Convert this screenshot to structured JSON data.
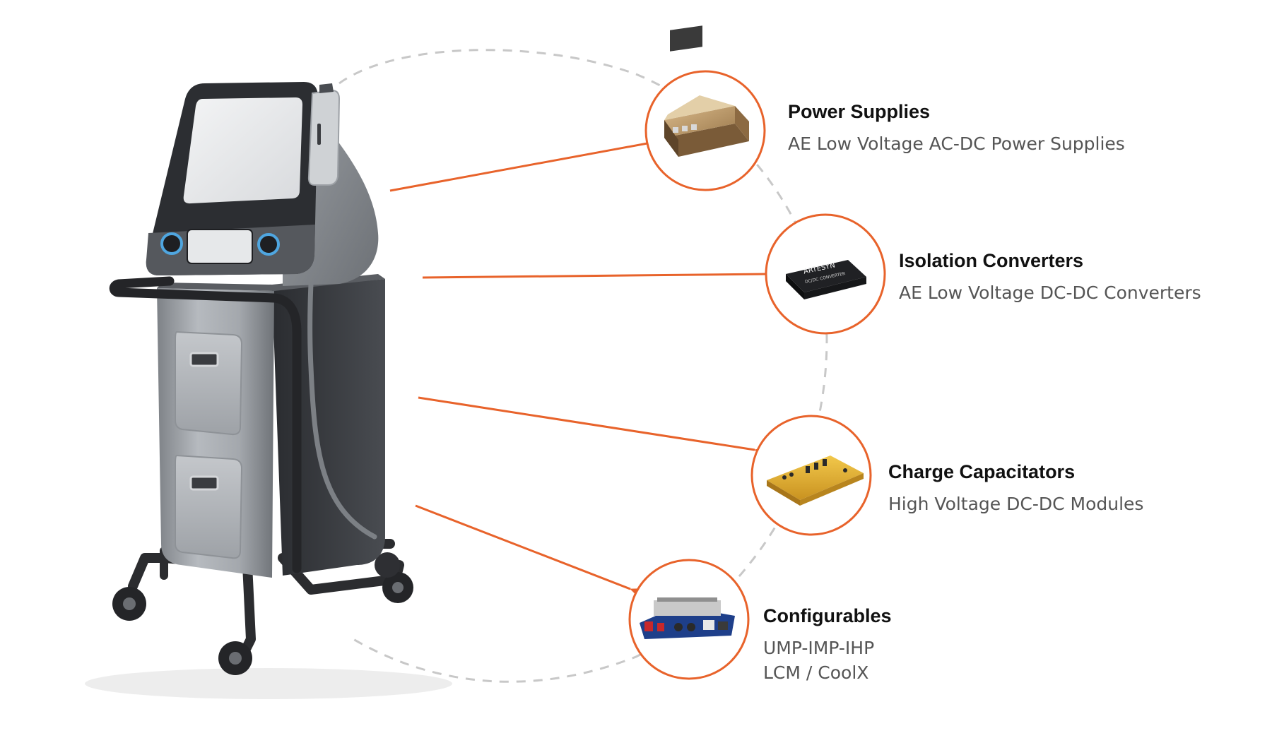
{
  "colors": {
    "accent": "#E8632B",
    "dash": "#C8C8C8",
    "title": "#111111",
    "subtitle": "#555555",
    "device_body": "#A9ADB2",
    "device_dark": "#2F3135"
  },
  "components": [
    {
      "title": "Power Supplies",
      "lines": [
        "AE Low Voltage AC-DC Power Supplies"
      ],
      "icon": "power-supply-image"
    },
    {
      "title": "Isolation Converters",
      "lines": [
        "AE Low Voltage DC-DC Converters"
      ],
      "icon": "dc-dc-converter-image"
    },
    {
      "title": "Charge Capacitators",
      "lines": [
        "High Voltage DC-DC Modules"
      ],
      "icon": "hv-module-image"
    },
    {
      "title": "Configurables",
      "lines": [
        "UMP-IMP-IHP",
        "LCM / CoolX"
      ],
      "icon": "configurable-board-image"
    }
  ],
  "product_markings": {
    "converter_brand": "ARTESYN",
    "converter_text": "DC/DC CONVERTER"
  }
}
